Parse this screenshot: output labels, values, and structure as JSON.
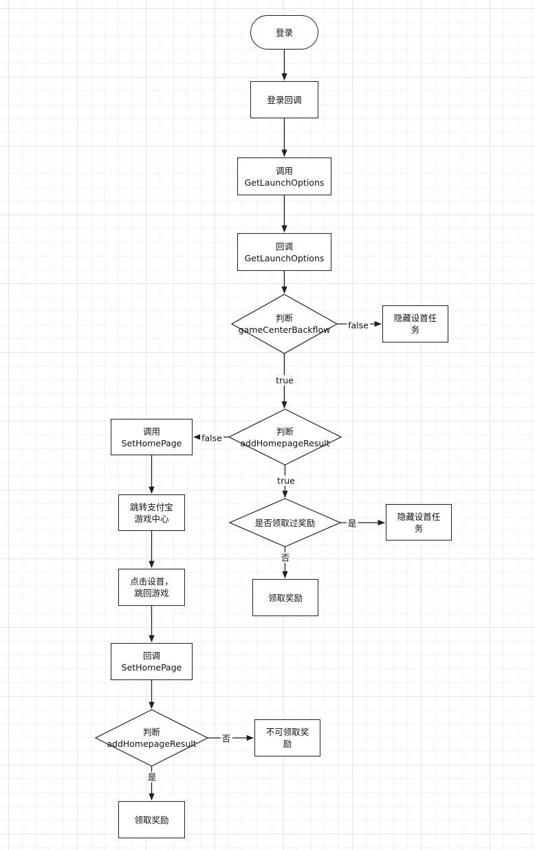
{
  "nodes": {
    "login": "登录",
    "login_callback": "登录回调",
    "call_launch": "调用\nGetLaunchOptions",
    "callback_launch": "回调\nGetLaunchOptions",
    "judge_backflow": "判断\ngameCenterBackflow",
    "hide_task_1": "隐藏设首任\n务",
    "judge_homepage": "判断\naddHomepageResult",
    "call_sethome": "调用\nSetHomePage",
    "jump_alipay": "跳转支付宝\n游戏中心",
    "click_setting": "点击设首，\n跳回游戏",
    "callback_sethome": "回调\nSetHomePage",
    "judge_homepage_2": "判断\naddHomepageResult",
    "not_claimable": "不可领取奖\n励",
    "claim_reward_2": "领取奖励",
    "judge_claimed": "是否领取过奖励",
    "hide_task_2": "隐藏设首任\n务",
    "claim_reward_1": "领取奖励"
  },
  "edges": {
    "false_1": "false",
    "true_1": "true",
    "false_2": "false",
    "true_2": "true",
    "yes_1": "是",
    "no_1": "否",
    "no_2": "否",
    "yes_2": "是"
  },
  "colors": {
    "stroke": "#1f1f1f",
    "fill": "#ffffff",
    "text": "#111111",
    "grid": "#e6e6e6"
  }
}
